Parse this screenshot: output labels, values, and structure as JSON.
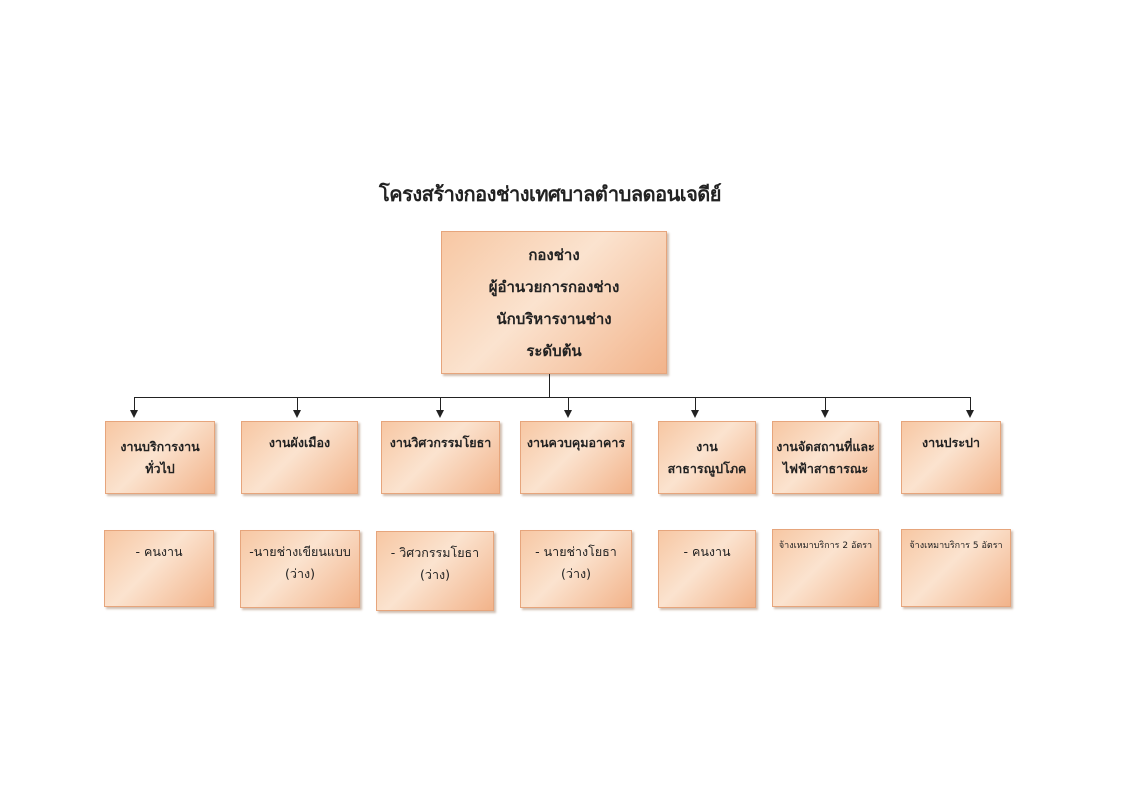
{
  "title": "โครงสร้างกองช่างเทศบาลตำบลดอนเจดีย์",
  "head": {
    "lines": [
      "กองช่าง",
      "ผู้อำนวยการกองช่าง",
      "นักบริหารงานช่าง",
      "ระดับต้น"
    ]
  },
  "units": [
    {
      "lines": [
        "งานบริการงาน",
        "ทั่วไป"
      ]
    },
    {
      "lines": [
        "งานผังเมือง"
      ]
    },
    {
      "lines": [
        "งานวิศวกรรมโยธา"
      ]
    },
    {
      "lines": [
        "งานควบคุมอาคาร"
      ]
    },
    {
      "lines": [
        "งาน",
        "สาธารณูปโภค"
      ]
    },
    {
      "lines": [
        "งานจัดสถานที่และ",
        "ไฟฟ้าสาธารณะ"
      ]
    },
    {
      "lines": [
        "งานประปา"
      ]
    }
  ],
  "staff": [
    {
      "lines": [
        "- คนงาน"
      ]
    },
    {
      "lines": [
        "-นายช่างเขียนแบบ",
        "(ว่าง)"
      ]
    },
    {
      "lines": [
        "- วิศวกรรมโยธา",
        "(ว่าง)"
      ]
    },
    {
      "lines": [
        "- นายช่างโยธา",
        "(ว่าง)"
      ]
    },
    {
      "lines": [
        "- คนงาน"
      ]
    },
    {
      "lines": [
        "จ้างเหมาบริการ 2 อัตรา"
      ]
    },
    {
      "lines": [
        "จ้างเหมาบริการ 5 อัตรา"
      ]
    }
  ],
  "colors": {
    "box_light": "#fbe3cf",
    "box_dark": "#f2b38a",
    "connector": "#222222"
  }
}
